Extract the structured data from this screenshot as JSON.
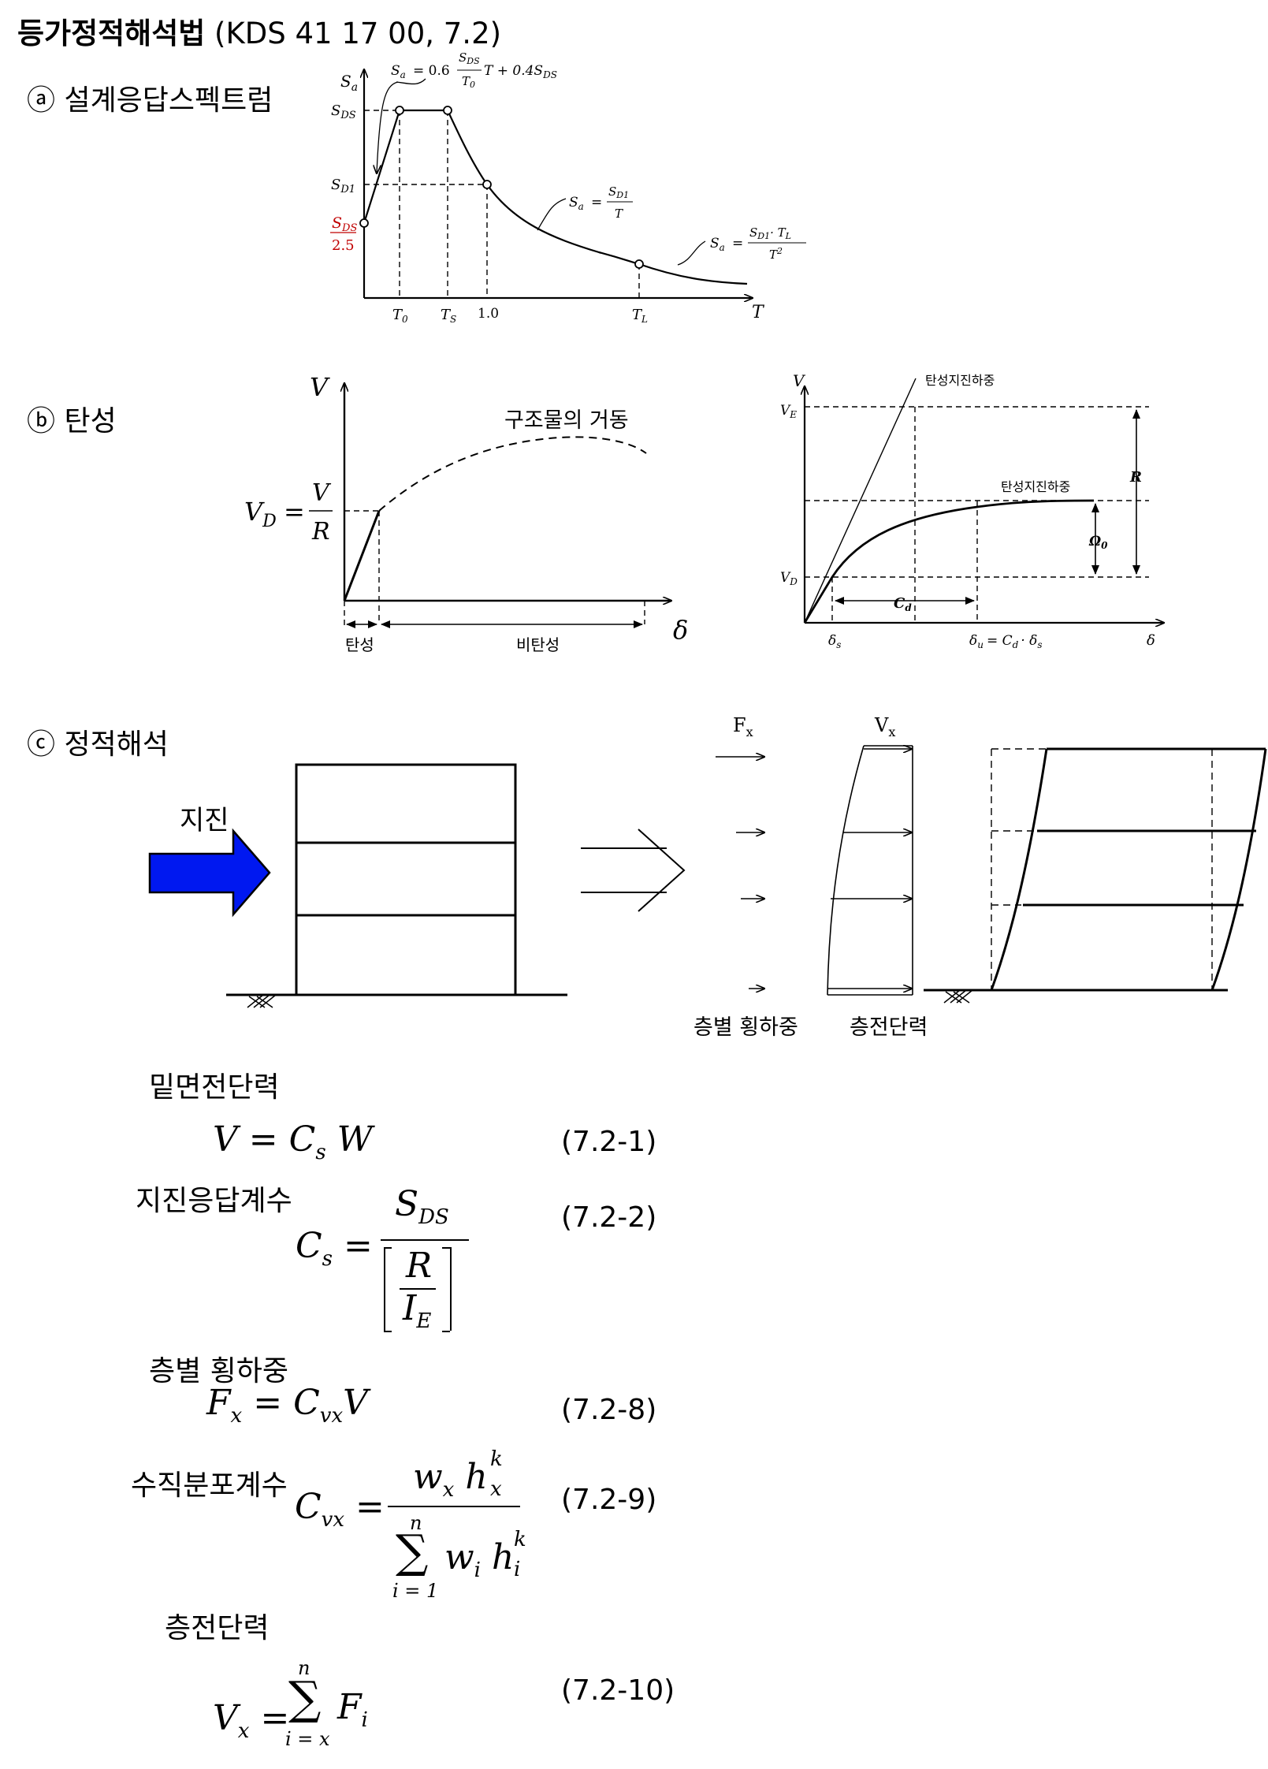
{
  "title": {
    "main": "등가정적해석법",
    "ref": " (KDS 41 17 00, 7.2)"
  },
  "sections": {
    "a": "ⓐ 설계응답스펙트럼",
    "b": "ⓑ 탄성",
    "c": "ⓒ 정적해석"
  },
  "spectrum": {
    "y_axis": "S",
    "y_sub": "a",
    "x_axis": "T",
    "sds": "S",
    "sds_sub": "DS",
    "sd1": "S",
    "sd1_sub": "D1",
    "sds25_num": "S",
    "sds25_num_sub": "DS",
    "sds25_den": "2.5",
    "t0": "T",
    "t0_sub": "0",
    "ts": "T",
    "ts_sub": "S",
    "one": "1.0",
    "tl": "T",
    "tl_sub": "L",
    "eq1_lhs": "S",
    "eq1_lhs_sub": "a",
    "eq1_a": "= 0.6",
    "eq1_num": "S",
    "eq1_num_sub": "DS",
    "eq1_den": "T",
    "eq1_den_sub": "0",
    "eq1_b": "T + 0.4S",
    "eq1_b_sub": "DS",
    "eq2_lhs": "S",
    "eq2_lhs_sub": "a",
    "eq2_eq": "=",
    "eq2_num": "S",
    "eq2_num_sub": "D1",
    "eq2_den": "T",
    "eq3_lhs": "S",
    "eq3_lhs_sub": "a",
    "eq3_eq": "=",
    "eq3_num": "S",
    "eq3_num_sub": "D1",
    "eq3_num_b": "· T",
    "eq3_num_b_sub": "L",
    "eq3_den": "T",
    "eq3_den_sup": "2"
  },
  "elastic_left": {
    "v_axis": "V",
    "delta_axis": "δ",
    "vd": "V",
    "vd_sub": "D",
    "vd_eq": "=",
    "vd_num": "V",
    "vd_den": "R",
    "behavior": "구조물의 거동",
    "elastic": "탄성",
    "inelastic": "비탄성"
  },
  "elastic_right": {
    "v_axis": "V",
    "ve": "V",
    "ve_sub": "E",
    "vd": "V",
    "vd_sub": "D",
    "load_top": "탄성지진하중",
    "load_mid": "탄성지진하중",
    "r": "R",
    "omega": "Ω",
    "omega_sub": "0",
    "cd": "C",
    "cd_sub": "d",
    "ds": "δ",
    "ds_sub": "s",
    "du": "δ",
    "du_sub": "u",
    "du_eq": "= C",
    "du_cd_sub": "d",
    "du_dot": "· δ",
    "du_s_sub": "s",
    "delta_axis": "δ"
  },
  "static": {
    "quake": "지진",
    "fx": "F",
    "fx_sub": "x",
    "vx": "V",
    "vx_sub": "x",
    "floor_loads": "층별 횡하중",
    "story_shear": "층전단력"
  },
  "equations": [
    {
      "label": "밑면전단력",
      "number": "(7.2-1)"
    },
    {
      "label": "지진응답계수",
      "number": "(7.2-2)"
    },
    {
      "label": "층별 횡하중",
      "number": "(7.2-8)"
    },
    {
      "label": "수직분포계수",
      "number": "(7.2-9)"
    },
    {
      "label": "층전단력",
      "number": "(7.2-10)"
    }
  ],
  "formulas": {
    "f1": {
      "v": "V",
      "eq": "=",
      "c": "C",
      "c_sub": "s",
      "w": "W"
    },
    "f2": {
      "c": "C",
      "c_sub": "s",
      "eq": "=",
      "num": "S",
      "num_sub": "DS",
      "r": "R",
      "i": "I",
      "i_sub": "E"
    },
    "f3": {
      "f": "F",
      "f_sub": "x",
      "eq": "=",
      "c": "C",
      "c_sub": "vx",
      "v": "V"
    },
    "f4": {
      "c": "C",
      "c_sub": "vx",
      "eq": "=",
      "w": "w",
      "w_sub": "x",
      "h": "h",
      "h_sup": "k",
      "h_sub": "x",
      "sigma": "∑",
      "n": "n",
      "i_eq": "i = 1",
      "w2": "w",
      "w2_sub": "i",
      "h2": "h",
      "h2_sup": "k",
      "h2_sub": "i"
    },
    "f5": {
      "v": "V",
      "v_sub": "x",
      "eq": "=",
      "sigma": "∑",
      "n": "n",
      "i_eq": "i = x",
      "f": "F",
      "f_sub": "i"
    }
  },
  "colors": {
    "red_label": "#c00000",
    "arrow_blue": "#0018f0",
    "ink": "#000000"
  }
}
